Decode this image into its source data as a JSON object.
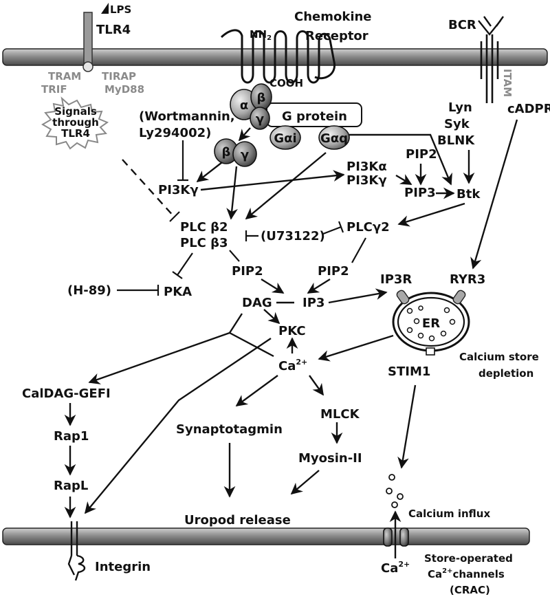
{
  "membrane_receptors": {
    "lps": "LPS",
    "tlr4": "TLR4",
    "tram": "TRAM",
    "trif": "TRIF",
    "tirap": "TIRAP",
    "myd88": "MyD88",
    "chemokine_receptor_line1": "Chemokine",
    "chemokine_receptor_line2": "Receptor",
    "nh2": "NH",
    "nh2_sub": "2",
    "cooh": "COOH",
    "bcr": "BCR",
    "itam": "ITAM"
  },
  "g_protein": {
    "alpha": "α",
    "beta": "β",
    "gamma": "γ",
    "label": "G protein",
    "gai": "Gαi",
    "gaq": "Gαq",
    "free_beta": "β",
    "free_gamma": "γ"
  },
  "signals_burst": {
    "line1": "Signals",
    "line2": "through",
    "line3": "TLR4"
  },
  "inhibitors": {
    "wortmannin_line1": "(Wortmannin,",
    "wortmannin_line2": "Ly294002)",
    "u73122": "(U73122)",
    "h89": "(H-89)"
  },
  "nodes": {
    "lyn": "Lyn",
    "syk": "Syk",
    "blnk": "BLNK",
    "cadpr": "cADPR",
    "pi3k_gamma": "PI3Kγ",
    "pi3k_alpha": "PI3Kα",
    "pi3k_gamma2": "PI3Kγ",
    "pip2_top": "PIP2",
    "pip3": "PIP3",
    "btk": "Btk",
    "plc_b2": "PLC β2",
    "plc_b3": "PLC β3",
    "plc_g2": "PLCγ2",
    "pip2_left": "PIP2",
    "pip2_right": "PIP2",
    "pka": "PKA",
    "dag": "DAG",
    "ip3": "IP3",
    "ip3r": "IP3R",
    "ryr3": "RYR3",
    "er": "ER",
    "pkc": "PKC",
    "ca": "Ca",
    "ca_sup": "2+",
    "stim1": "STIM1",
    "calcium_store_line1": "Calcium store",
    "calcium_store_line2": "depletion",
    "caldag": "CalDAG-GEFI",
    "rap1": "Rap1",
    "rapl": "RapL",
    "synaptotagmin": "Synaptotagmin",
    "mlck": "MLCK",
    "myosin": "Myosin-II",
    "uropod": "Uropod release",
    "calcium_influx": "Calcium influx",
    "integrin": "Integrin",
    "ca_bottom": "Ca",
    "ca_bottom_sup": "2+",
    "soc_line1": "Store-operated",
    "soc_line2_pre": "Ca",
    "soc_line2_sup": "2+",
    "soc_line2_post": "channels",
    "soc_line3": "(CRAC)"
  }
}
